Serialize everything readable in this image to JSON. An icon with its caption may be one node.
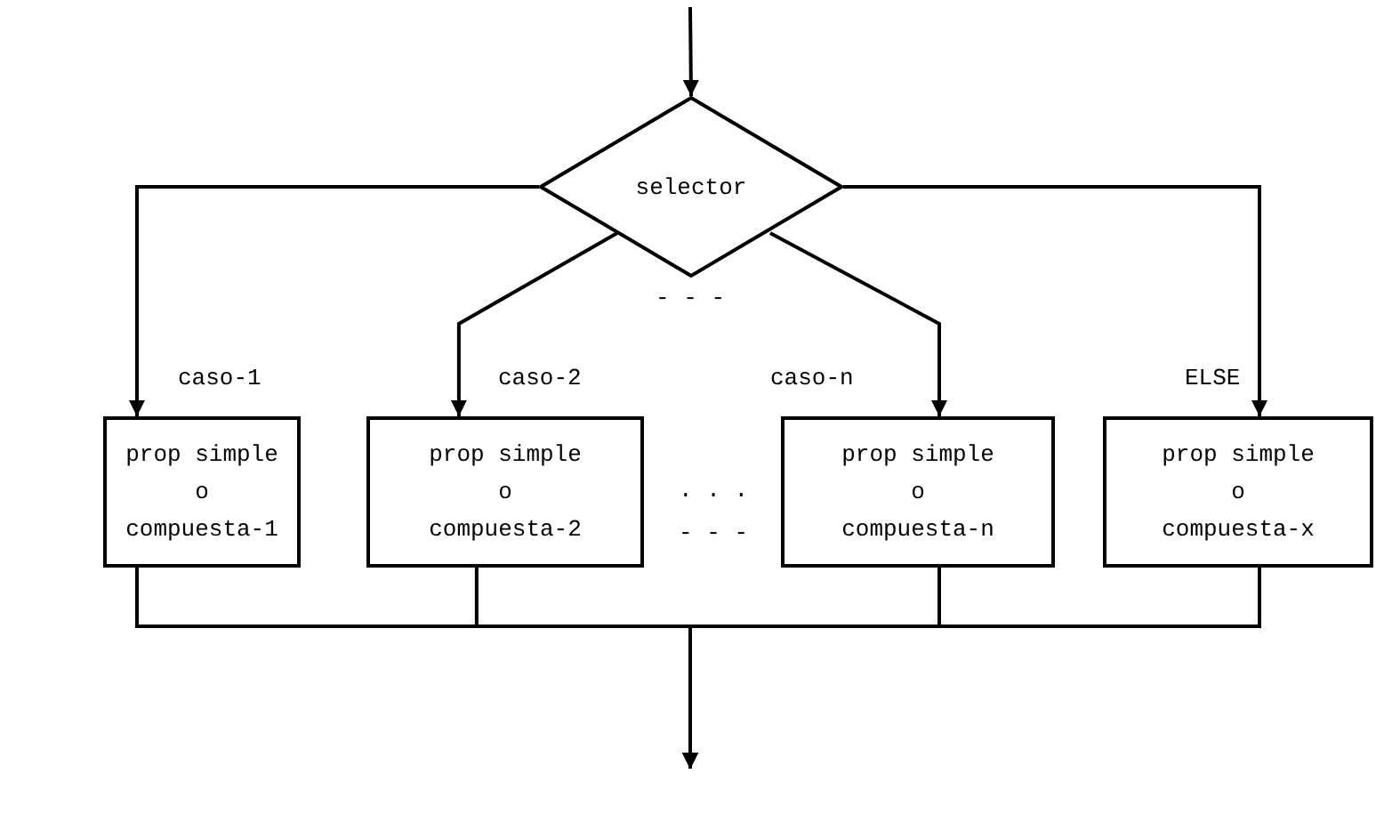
{
  "diagram": {
    "nodes": [
      {
        "text": [
          "selector"
        ]
      },
      {
        "text": [
          "prop simple o compuesta-1"
        ]
      },
      {
        "text": [
          "prop simple o compuesta-2"
        ]
      },
      {
        "text": [
          "prop simple o compuesta-n"
        ]
      },
      {
        "text": [
          "prop simple o compuesta-x"
        ]
      }
    ],
    "edges": [
      {
        "from": null,
        "to": 0,
        "arrow": "to"
      },
      {
        "from": 0,
        "to": 1,
        "arrow": "to",
        "label": "caso-1"
      },
      {
        "from": 0,
        "to": 2,
        "arrow": "to",
        "label": "caso-2"
      },
      {
        "from": 0,
        "to": 3,
        "arrow": "to",
        "label": "caso-n"
      },
      {
        "from": 0,
        "to": 4,
        "arrow": "to",
        "label": "ELSE"
      },
      {
        "from": 1,
        "to": null,
        "arrow": "to"
      },
      {
        "from": 2,
        "to": null,
        "arrow": "to"
      },
      {
        "from": 3,
        "to": null,
        "arrow": "to"
      },
      {
        "from": 4,
        "to": null,
        "arrow": "to"
      }
    ],
    "labels": [
      "- - -",
      ". . .",
      "- - -"
    ]
  }
}
